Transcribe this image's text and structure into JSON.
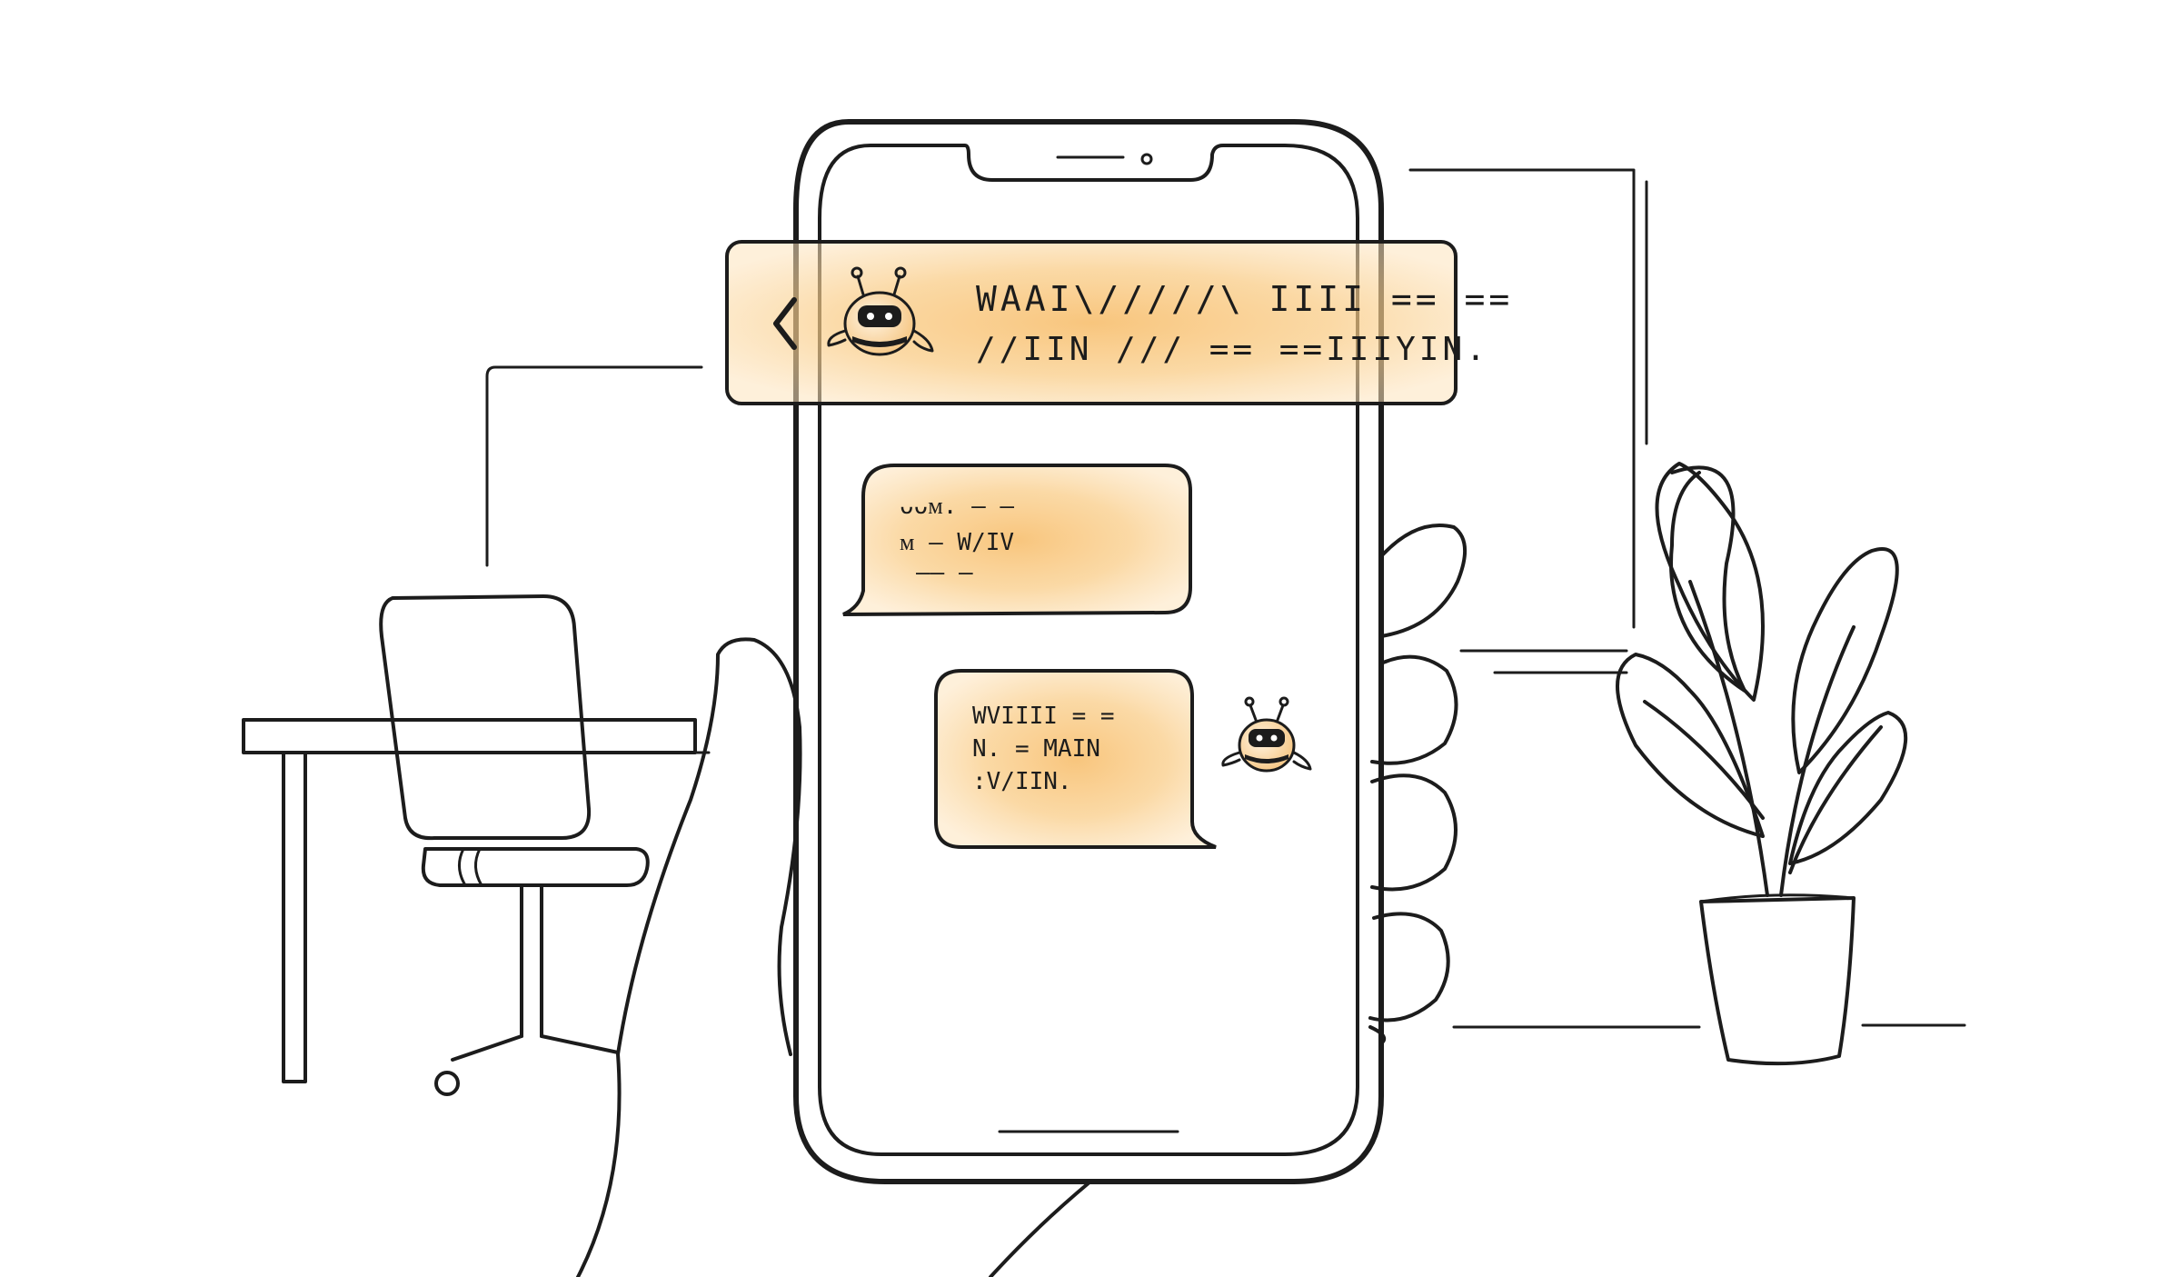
{
  "header": {
    "back_icon": "chevron-left-icon",
    "avatar_icon": "robot-bot-icon",
    "title_line_1": "WAAI\\/////\\ IIII == ==",
    "title_line_2": "//IIN /// == ==IIIYIN."
  },
  "messages": [
    {
      "sender": "user",
      "lines": [
        "ᴗᴗᴍ. —  —",
        "ᴍ — W/IV",
        "—— —"
      ]
    },
    {
      "sender": "bot",
      "avatar_icon": "robot-bot-icon",
      "lines": [
        "WVIIII = =",
        "N. = MAIN",
        ":V/IIN."
      ]
    }
  ],
  "colors": {
    "accent_orange": "#f5b25a",
    "accent_light": "#fbd9a6",
    "ink": "#1c1c1c",
    "background": "#ffffff"
  }
}
